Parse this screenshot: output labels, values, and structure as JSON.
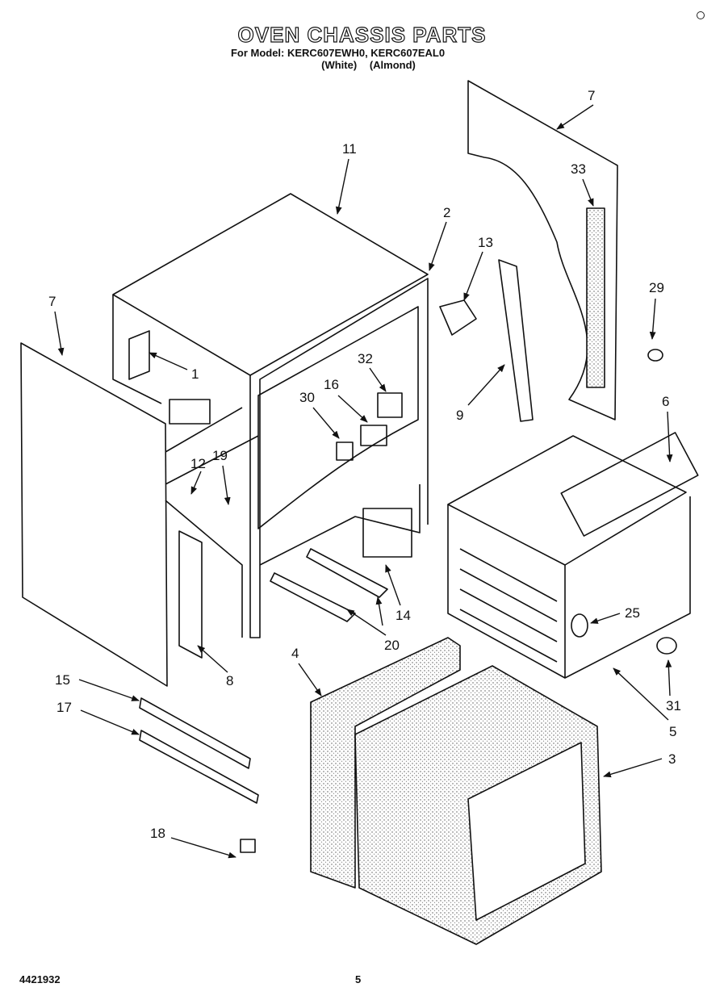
{
  "header": {
    "title": "OVEN CHASSIS PARTS",
    "subtitle": "For Model: KERC607EWH0, KERC607EAL0",
    "color_white": "(White)",
    "color_almond": "(Almond)"
  },
  "callouts": {
    "p1": "1",
    "p2": "2",
    "p3": "3",
    "p4": "4",
    "p5": "5",
    "p6": "6",
    "p7a": "7",
    "p7b": "7",
    "p8": "8",
    "p9": "9",
    "p11": "11",
    "p12": "12",
    "p13": "13",
    "p14": "14",
    "p15": "15",
    "p16": "16",
    "p17": "17",
    "p18": "18",
    "p19": "19",
    "p20": "20",
    "p25": "25",
    "p29": "29",
    "p30": "30",
    "p31": "31",
    "p32": "32",
    "p33": "33"
  },
  "footer": {
    "doc_number": "4421932",
    "page_number": "5"
  }
}
